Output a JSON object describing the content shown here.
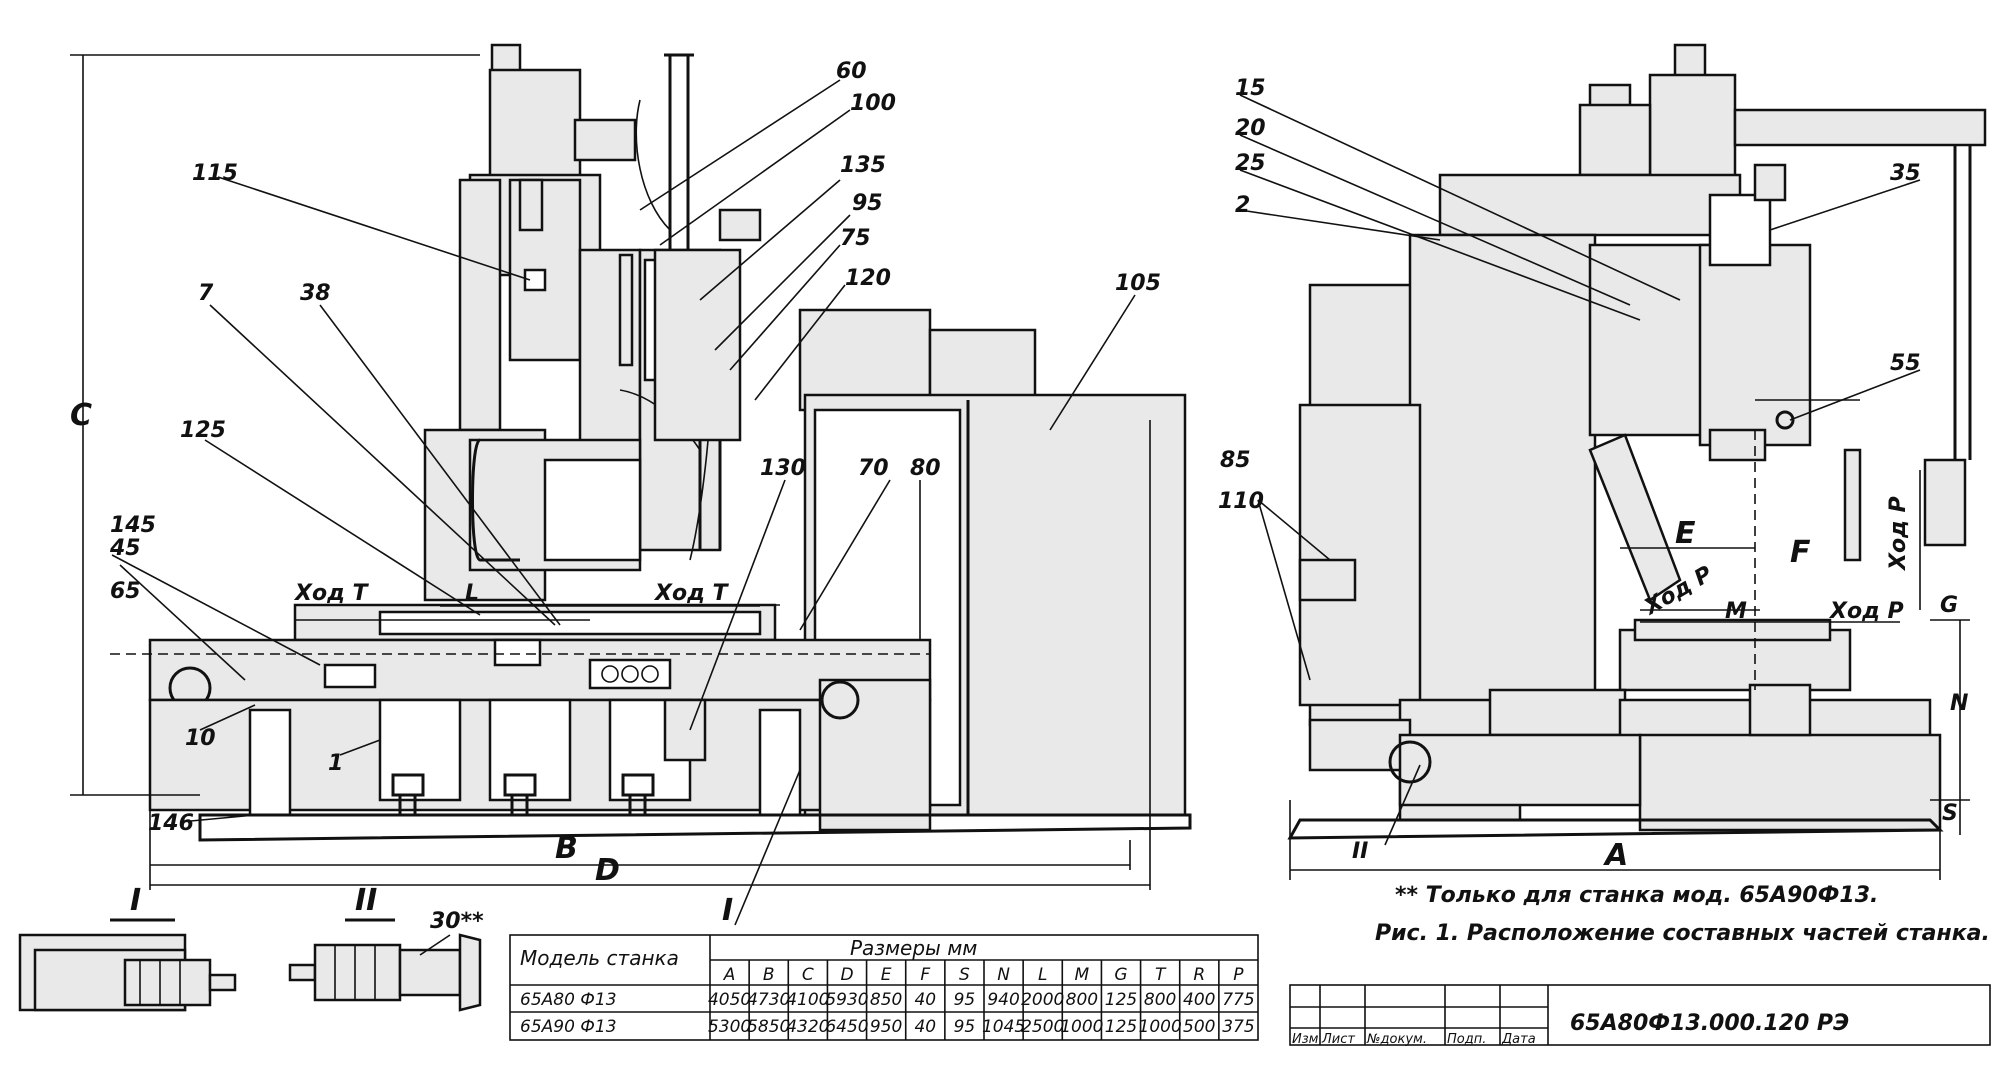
{
  "callouts_left": {
    "c60": "60",
    "c100": "100",
    "c135": "135",
    "c95": "95",
    "c75": "75",
    "c120": "120",
    "c115": "115",
    "c7": "7",
    "c38": "38",
    "c125": "125",
    "c105": "105",
    "c130": "130",
    "c70": "70",
    "c80": "80",
    "c145": "145",
    "c45": "45",
    "c65": "65",
    "c10": "10",
    "c1": "1",
    "c146": "146"
  },
  "callouts_right": {
    "c15": "15",
    "c20": "20",
    "c25": "25",
    "c2": "2",
    "c35": "35",
    "c55": "55",
    "c85": "85",
    "c110": "110"
  },
  "dims_left": {
    "C": "C",
    "L": "L",
    "travel_t1": "Ход Т",
    "travel_t2": "Ход Т",
    "B": "B",
    "D": "D",
    "section_i": "I"
  },
  "dims_right": {
    "E": "E",
    "F": "F",
    "M": "M",
    "G": "G",
    "N": "N",
    "S": "S",
    "A": "A",
    "travel_p_vertical": "Ход Р",
    "travel_r1": "Ход Р",
    "travel_r2": "Ход Р",
    "section_ii": "II"
  },
  "details": {
    "view_i_label": "I",
    "view_ii_label": "II",
    "view_ii_part": "30**"
  },
  "notes": {
    "footnote": "** Только для станка мод. 65А90Ф13.",
    "caption": "Рис. 1. Расположение составных частей станка."
  },
  "table": {
    "model_header": "Модель станка",
    "dims_header": "Размеры  мм",
    "columns": [
      "A",
      "B",
      "C",
      "D",
      "E",
      "F",
      "S",
      "N",
      "L",
      "M",
      "G",
      "T",
      "R",
      "P"
    ],
    "rows": [
      {
        "model": "65А80 Ф13",
        "values": [
          "4050",
          "4730",
          "4100",
          "5930",
          "850",
          "40",
          "95",
          "940",
          "2000",
          "800",
          "125",
          "800",
          "400",
          "775"
        ]
      },
      {
        "model": "65А90 Ф13",
        "values": [
          "5300",
          "5850",
          "4320",
          "6450",
          "950",
          "40",
          "95",
          "1045",
          "2500",
          "1000",
          "125",
          "1000",
          "500",
          "375"
        ]
      }
    ]
  },
  "title_block": {
    "cols": [
      "Изм",
      "Лист",
      "№докум.",
      "Подп.",
      "Дата"
    ],
    "doc_number": "65А80Ф13.000.120 РЭ"
  }
}
